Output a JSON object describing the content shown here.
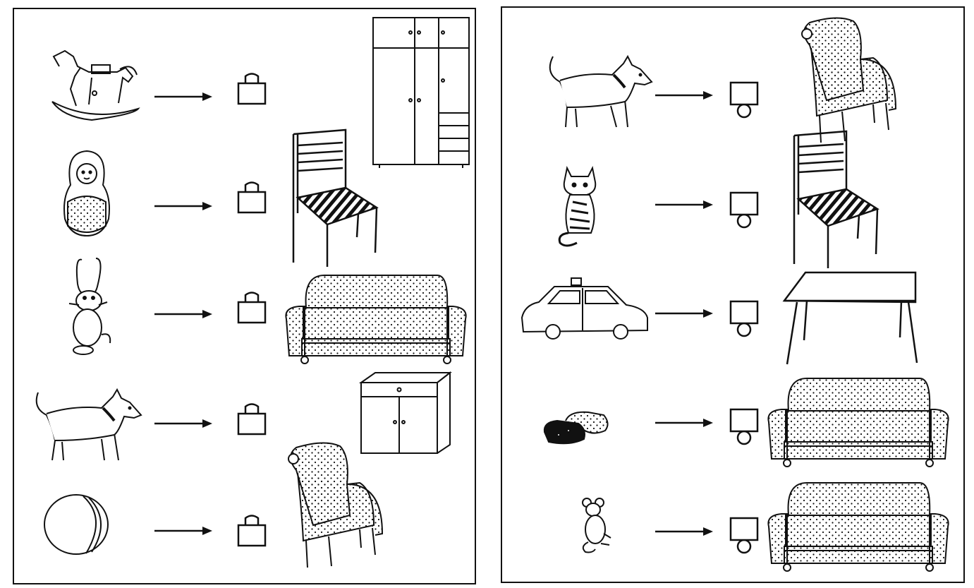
{
  "worksheet": {
    "left_panel": {
      "rows": [
        {
          "toy": "rocking-horse",
          "symbol": "padlock",
          "furniture": "wardrobe"
        },
        {
          "toy": "matryoshka-doll",
          "symbol": "padlock",
          "furniture": "chair"
        },
        {
          "toy": "bunny",
          "symbol": "padlock",
          "furniture": "sofa"
        },
        {
          "toy": "dog",
          "symbol": "padlock",
          "furniture": "cabinet"
        },
        {
          "toy": "ball",
          "symbol": "padlock",
          "furniture": "armchair"
        }
      ]
    },
    "right_panel": {
      "rows": [
        {
          "toy": "dog",
          "symbol": "square-on-circle",
          "furniture": "armchair"
        },
        {
          "toy": "cat",
          "symbol": "square-on-circle",
          "furniture": "chair"
        },
        {
          "toy": "taxi-car",
          "symbol": "square-on-circle",
          "furniture": "table"
        },
        {
          "toy": "slippers",
          "symbol": "square-on-circle",
          "furniture": "sofa"
        },
        {
          "toy": "mouse",
          "symbol": "square-on-circle",
          "furniture": "sofa"
        }
      ]
    },
    "colors": {
      "ink": "#111111",
      "paper": "#ffffff"
    }
  }
}
